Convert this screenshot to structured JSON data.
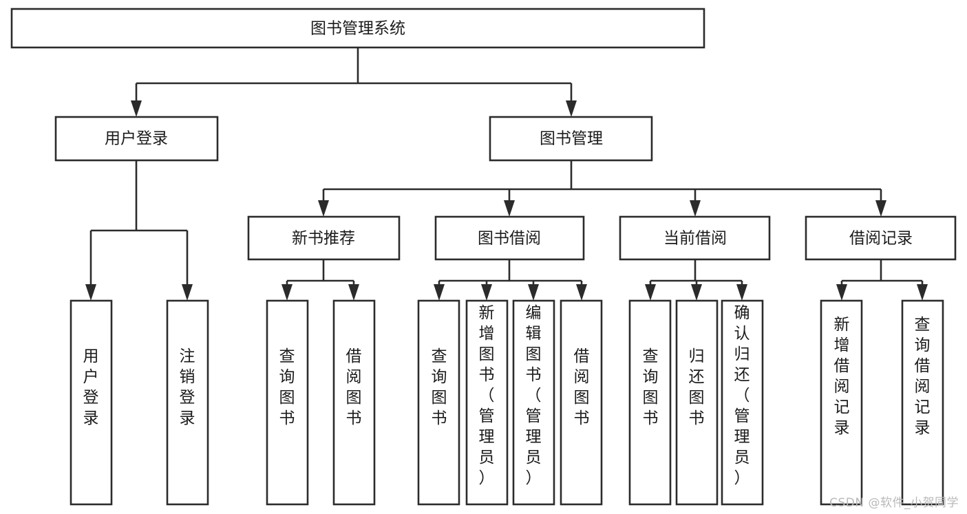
{
  "title": "图书管理系统",
  "watermark": "CSDN @软件_小贺同学",
  "colors": {
    "box_stroke": "#2b2b2b",
    "box_fill": "#ffffff",
    "text": "#1b1b1b",
    "background": "#ffffff",
    "watermark": "#b9b9b9"
  },
  "nodes": {
    "root": {
      "label": "图书管理系统"
    },
    "level2": [
      {
        "id": "user-login",
        "label": "用户登录"
      },
      {
        "id": "book-management",
        "label": "图书管理"
      }
    ],
    "level3": [
      {
        "id": "new-book-recommend",
        "label": "新书推荐"
      },
      {
        "id": "book-borrow",
        "label": "图书借阅"
      },
      {
        "id": "current-borrow",
        "label": "当前借阅"
      },
      {
        "id": "borrow-record",
        "label": "借阅记录"
      }
    ],
    "leaves": {
      "user_login": [
        {
          "id": "leaf-user-login",
          "label": "用户登录"
        },
        {
          "id": "leaf-logout-login",
          "label": "注销登录"
        }
      ],
      "new_book_recommend": [
        {
          "id": "leaf-query-book-1",
          "label": "查询图书"
        },
        {
          "id": "leaf-borrow-book-1",
          "label": "借阅图书"
        }
      ],
      "book_borrow": [
        {
          "id": "leaf-query-book-2",
          "label": "查询图书"
        },
        {
          "id": "leaf-add-book",
          "label": "新增图书（管理员）"
        },
        {
          "id": "leaf-edit-book",
          "label": "编辑图书（管理员）"
        },
        {
          "id": "leaf-borrow-book-2",
          "label": "借阅图书"
        }
      ],
      "current_borrow": [
        {
          "id": "leaf-query-book-3",
          "label": "查询图书"
        },
        {
          "id": "leaf-return-book",
          "label": "归还图书"
        },
        {
          "id": "leaf-confirm-return",
          "label": "确认归还（管理员）"
        }
      ],
      "borrow_record": [
        {
          "id": "leaf-add-record",
          "label": "新增借阅记录"
        },
        {
          "id": "leaf-query-record",
          "label": "查询借阅记录"
        }
      ]
    }
  }
}
